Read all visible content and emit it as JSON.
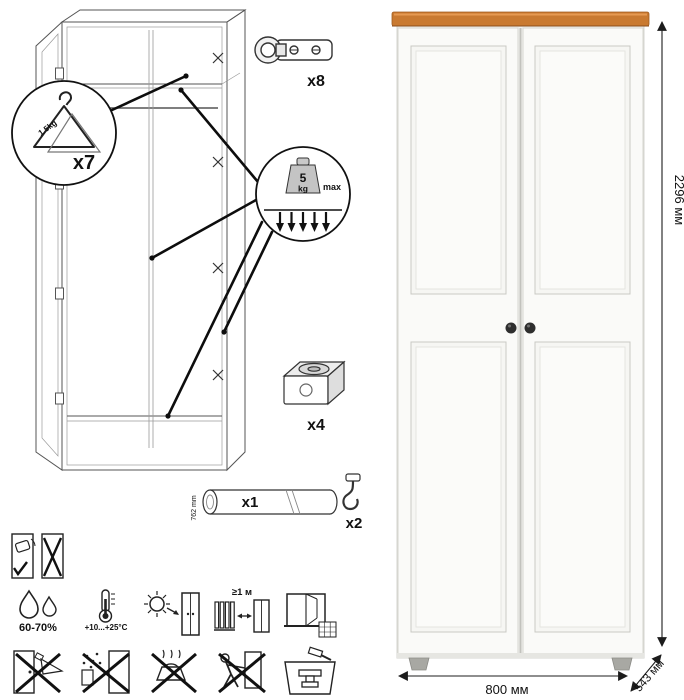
{
  "diagram": {
    "hangers": {
      "count": "x7",
      "capacity": "1.5kg"
    },
    "hinges": {
      "count": "x8"
    },
    "load_limit": {
      "value": "5",
      "unit": "kg",
      "qualifier": "max"
    },
    "feet": {
      "count": "x4"
    },
    "rod": {
      "count": "x1",
      "length": "762 mm"
    },
    "hooks": {
      "count": "x2"
    }
  },
  "dimensions": {
    "height": "2296 мм",
    "width": "800 мм",
    "depth": "543 мм"
  },
  "care": {
    "humidity": "60-70%",
    "temperature": "+10...+25°С",
    "heat_distance": "≥1 м"
  },
  "colors": {
    "wood_top": "#c97a31",
    "door": "#fafaf8",
    "line": "#1c1c1c"
  }
}
